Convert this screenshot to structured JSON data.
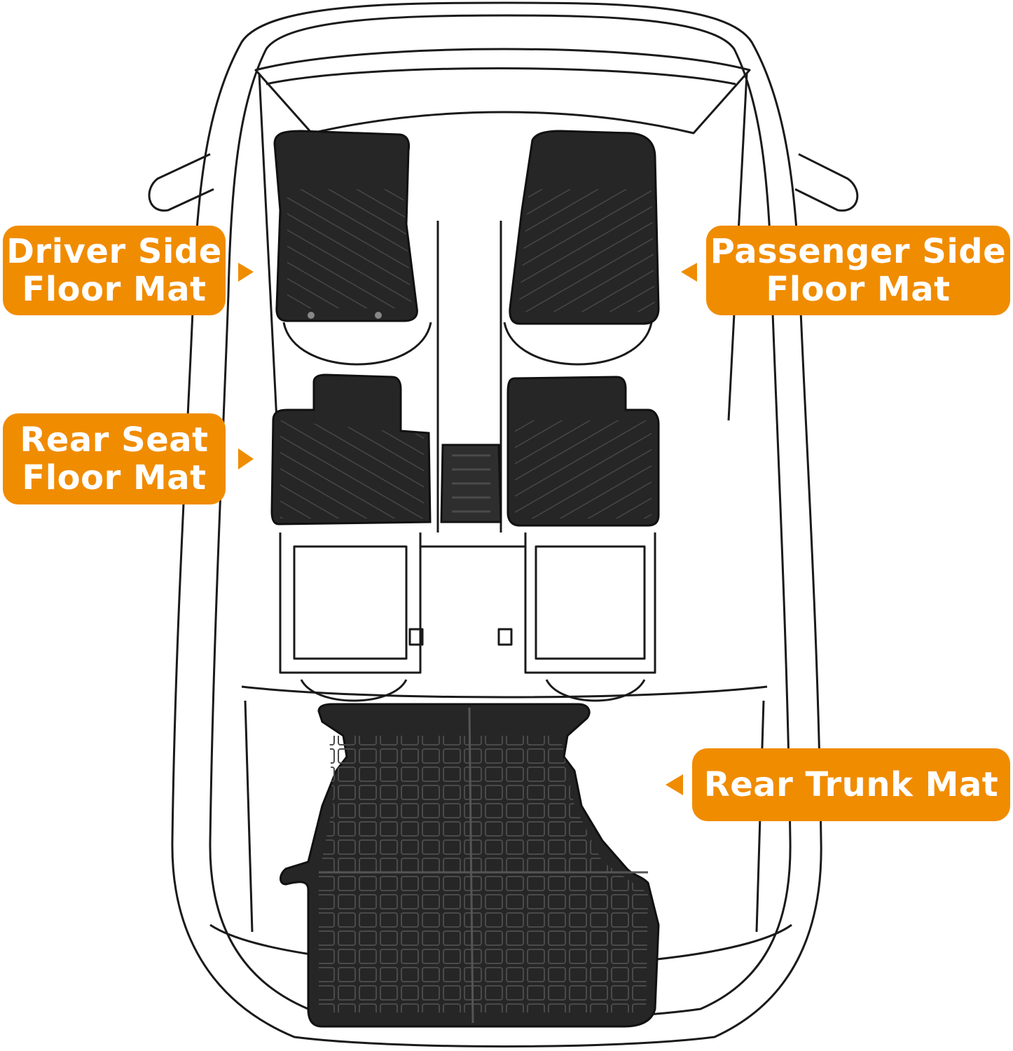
{
  "labels": {
    "driver": {
      "line1": "Driver Side",
      "line2": "Floor Mat"
    },
    "passenger": {
      "line1": "Passenger Side",
      "line2": "Floor Mat"
    },
    "rear": {
      "line1": "Rear Seat",
      "line2": "Floor Mat"
    },
    "trunk": {
      "line1": "Rear Trunk Mat"
    }
  },
  "colors": {
    "callout": "#f08c00",
    "callout_text": "#ffffff",
    "mat": "#262626",
    "outline": "#1a1a1a",
    "background": "#ffffff"
  }
}
